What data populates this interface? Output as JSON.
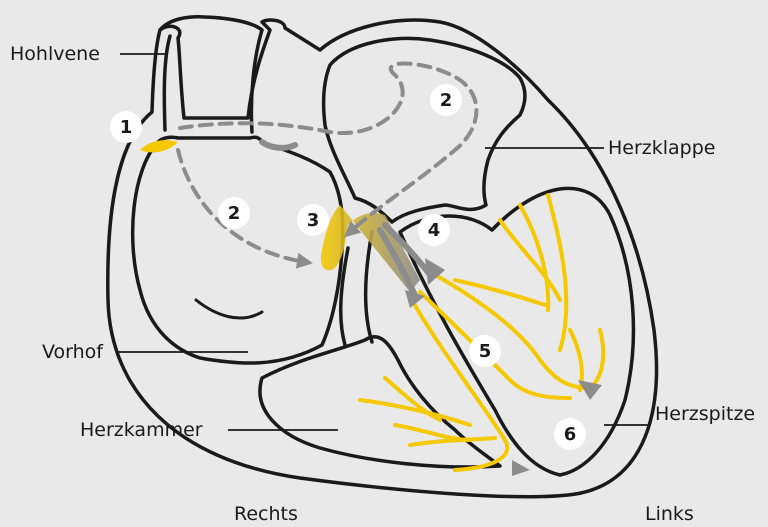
{
  "labels": {
    "hohlvene": "Hohlvene",
    "herzklappe": "Herzklappe",
    "vorhof": "Vorhof",
    "herzkammer": "Herzkammer",
    "herzspitze": "Herzspitze",
    "rechts": "Rechts",
    "links": "Links"
  },
  "markers": [
    "1",
    "2",
    "2",
    "3",
    "4",
    "5",
    "6"
  ],
  "colors": {
    "background": "#e9e9e9",
    "outline": "#1a1a1a",
    "conduction": "#f5c800",
    "path": "#8c8c8c",
    "marker_fill": "#ffffff"
  }
}
